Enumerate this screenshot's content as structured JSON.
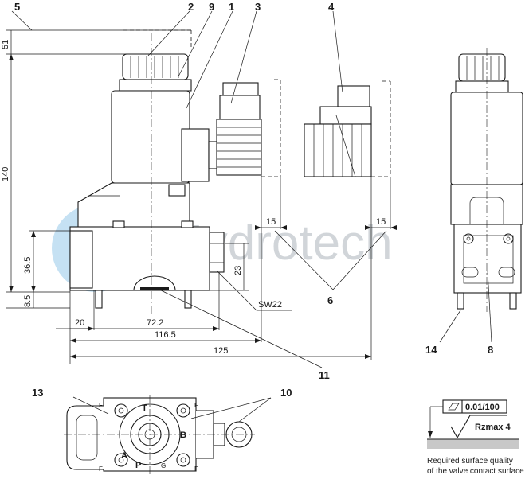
{
  "watermark": {
    "text": "Hydrotech",
    "color": "#9aa3ad",
    "logo_color": "#5aa8dc"
  },
  "item_numbers": {
    "n1": "1",
    "n2": "2",
    "n3": "3",
    "n4": "4",
    "n5": "5",
    "n6": "6",
    "n8": "8",
    "n9": "9",
    "n10": "10",
    "n11": "11",
    "n13": "13",
    "n14": "14"
  },
  "dimensions": {
    "d51": "51",
    "d140": "140",
    "d36_5": "36.5",
    "d8_5": "8.5",
    "d23": "23",
    "d20": "20",
    "d72_2": "72.2",
    "d116_5": "116.5",
    "d125": "125",
    "d15_left": "15",
    "d15_right": "15",
    "sw22": "SW22"
  },
  "ports": {
    "t": "T",
    "b": "B",
    "a": "A",
    "p": "P",
    "g": "G"
  },
  "fixing_holes": {
    "f1": "F",
    "f2": "F",
    "f3": "F",
    "f4": "F"
  },
  "surface": {
    "flatness": "0.01/100",
    "roughness": "Rzmax 4",
    "caption_line1": "Required surface quality",
    "caption_line2": "of the valve contact surface"
  }
}
